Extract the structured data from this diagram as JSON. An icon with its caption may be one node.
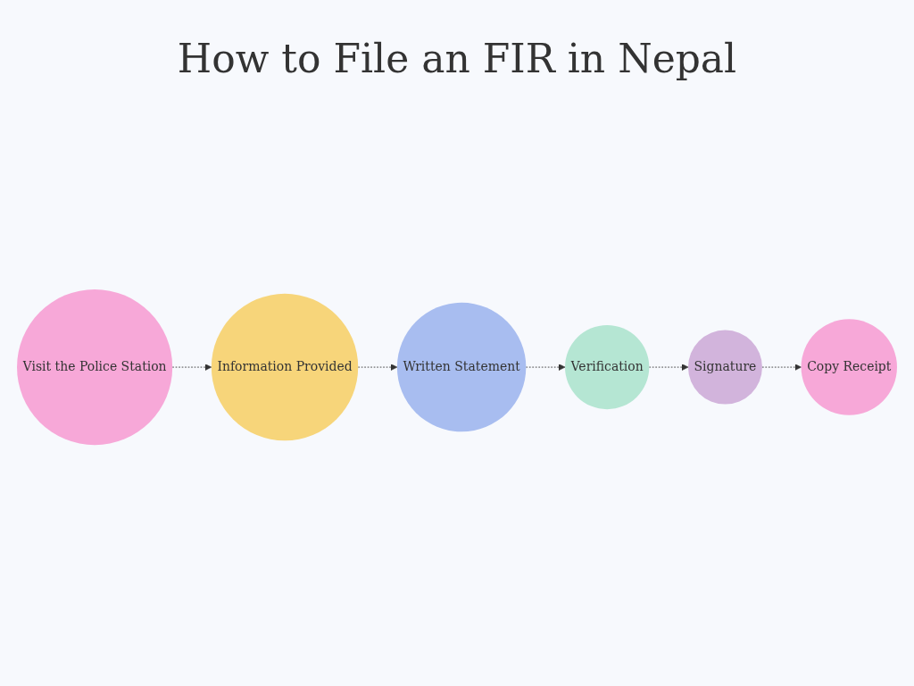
{
  "diagram": {
    "title": "How to File an FIR in Nepal",
    "nodes": [
      {
        "text": [
          "Visit the Police Station"
        ]
      },
      {
        "text": [
          "Information Provided"
        ]
      },
      {
        "text": [
          "Written Statement"
        ]
      },
      {
        "text": [
          "Verification"
        ]
      },
      {
        "text": [
          "Signature"
        ]
      },
      {
        "text": [
          "Copy Receipt"
        ]
      }
    ],
    "edges": [
      {
        "from": 0,
        "to": 1,
        "arrow": "to",
        "style": "dashed"
      },
      {
        "from": 1,
        "to": 2,
        "arrow": "to",
        "style": "dashed"
      },
      {
        "from": 2,
        "to": 3,
        "arrow": "to",
        "style": "dashed"
      },
      {
        "from": 3,
        "to": 4,
        "arrow": "to",
        "style": "dashed"
      },
      {
        "from": 4,
        "to": 5,
        "arrow": "to",
        "style": "dashed"
      }
    ]
  }
}
